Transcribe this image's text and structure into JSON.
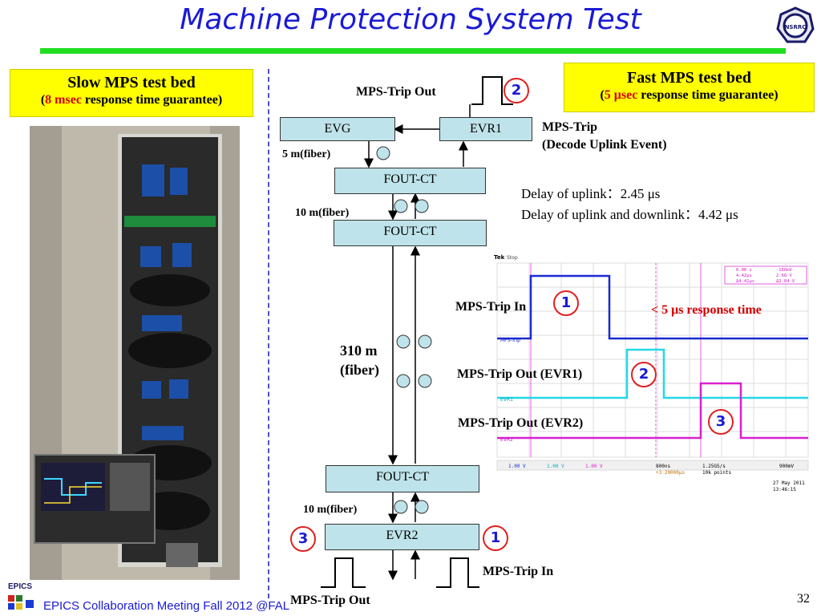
{
  "title": "Machine Protection System Test",
  "slow_box": {
    "heading": "Slow MPS test bed",
    "sub_open": "(",
    "sub_red": "8 msec",
    "sub_rest": " response time guarantee)"
  },
  "fast_box": {
    "heading": "Fast MPS test bed",
    "sub_open": "(",
    "sub_red": "5 μsec",
    "sub_rest": " response time guarantee)"
  },
  "diagram": {
    "mps_trip_out_top": "MPS-Trip Out",
    "evg": "EVG",
    "evr1": "EVR1",
    "mps_trip_line1": "MPS-Trip",
    "mps_trip_line2": "(Decode Uplink Event)",
    "fiber_5m": "5 m(fiber)",
    "fout_ct_1": "FOUT-CT",
    "fiber_10m_1": "10 m(fiber)",
    "fout_ct_2": "FOUT-CT",
    "fiber_310m_line1": "310 m",
    "fiber_310m_line2": "(fiber)",
    "fout_ct_3": "FOUT-CT",
    "fiber_10m_2": "10 m(fiber)",
    "evr2": "EVR2",
    "mps_trip_in_bottom": "MPS-Trip In",
    "mps_trip_out_bottom": "MPS-Trip Out"
  },
  "delays": {
    "uplink": "Delay of  uplink：2.45 μs",
    "uplink_downlink": "Delay of uplink and downlink：4.42 μs"
  },
  "scope_labels": {
    "trip_in": "MPS-Trip In",
    "response": "< 5 μs response time",
    "trip_out_evr1": "MPS-Trip Out (EVR1)",
    "trip_out_evr2": "MPS-Trip Out (EVR2)"
  },
  "scope": {
    "brand": "Tek",
    "state": "Stop",
    "cursor_1": "0.00 s",
    "cursor_1_v": "-160mV",
    "cursor_2": "4.42μs",
    "cursor_2_v": "2.68 V",
    "delta_t": "Δ4.42μs",
    "delta_v": "Δ2.84 V",
    "ch1_name": "MPS-Trip",
    "ch2_name": "EVR1",
    "ch3_name": "EVR2",
    "ch1_scale": "1.00 V",
    "ch2_scale": "1.00 V",
    "ch3_scale": "1.00 V",
    "timebase": "800ns",
    "trigger_pos": "+3.20000μs",
    "sample_rate": "1.25GS/s",
    "record": "10k points",
    "trigger_level": "900mV",
    "date": "27 May 2011",
    "time": "13:46:15"
  },
  "markers": [
    "1",
    "2",
    "3"
  ],
  "footer": {
    "logo_text": "EPICS",
    "text": "EPICS Collaboration Meeting Fall 2012 @FAL",
    "page": "32"
  },
  "logo_text": "NSRRC",
  "colors": {
    "title": "#1a1ad6",
    "accent_bar": "#22dd22",
    "highlight_box": "#ffff00",
    "emphasis": "#d40000",
    "device_box": "#bfe3ea",
    "ch1": "#1a2ad0",
    "ch2": "#22d8e8",
    "ch3": "#d820d0"
  }
}
